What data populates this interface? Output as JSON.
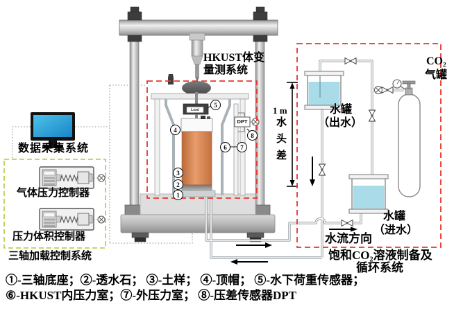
{
  "labels": {
    "volume_system_line1": "HKUST体变",
    "volume_system_line2": "量测系统",
    "daq": "数据采集系统",
    "gas_controller": "气体压力控制器",
    "volume_controller": "压力体积控制器",
    "loading_system": "三轴加载控制系统",
    "head_value": "1 m",
    "head_char1": "水",
    "head_char2": "头",
    "head_char3": "差",
    "out_tank_line1": "水罐",
    "out_tank_line2": "（出水）",
    "in_tank_line1": "水罐",
    "in_tank_line2": "（进水）",
    "co2_tank_line1": "CO₂",
    "co2_tank_line2": "气罐",
    "flow_direction": "水流方向",
    "co2_system_line1": "饱和CO₂溶液制备及",
    "co2_system_line2": "循环系统",
    "dpt": "DPT",
    "load": "Load"
  },
  "callouts": {
    "n1": "1",
    "n2": "2",
    "n3": "3",
    "n4": "4",
    "n5": "5",
    "n6": "6",
    "n7": "7",
    "n8": "8"
  },
  "legend": {
    "line1": "①-三轴底座；②-透水石； ③-土样； ④-顶帽； ⑤-水下荷重传感器；",
    "line2": "⑥-HKUST内压力室；⑦-外压力室； ⑧-压差传感器DPT"
  },
  "colors": {
    "sample": "#d9834f",
    "water": "#a9dce8",
    "screen": "#2da8dd",
    "red_dash": "#e8332b",
    "green_dash": "#b9c639"
  }
}
